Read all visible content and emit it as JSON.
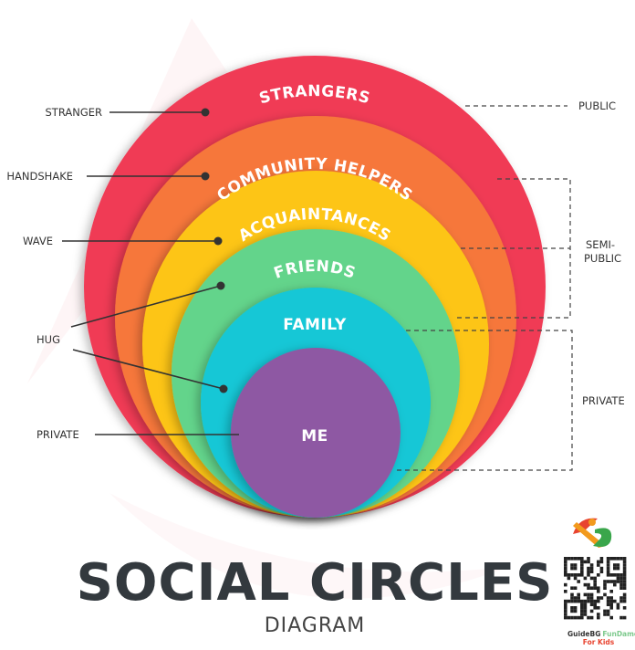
{
  "circles": [
    {
      "label": "STRANGERS",
      "color": "#f03a55"
    },
    {
      "label": "COMMUNITY HELPERS",
      "color": "#f6773a"
    },
    {
      "label": "ACQUAINTANCES",
      "color": "#fdc514"
    },
    {
      "label": "FRIENDS",
      "color": "#63d48b"
    },
    {
      "label": "FAMILY",
      "color": "#12c7d6"
    },
    {
      "label": "ME",
      "color": "#8e58a3"
    }
  ],
  "left_labels": [
    "STRANGER",
    "HANDSHAKE",
    "WAVE",
    "HUG",
    "PRIVATE"
  ],
  "right_labels": {
    "public": "PUBLIC",
    "semi_public_1": "SEMI-",
    "semi_public_2": "PUBLIC",
    "private": "PRIVATE"
  },
  "title": "SOCIAL CIRCLES",
  "subtitle": "DIAGRAM",
  "brand": {
    "name_1": "GuideBG",
    "name_2": "FunDamentals",
    "name_3": "For Kids"
  }
}
